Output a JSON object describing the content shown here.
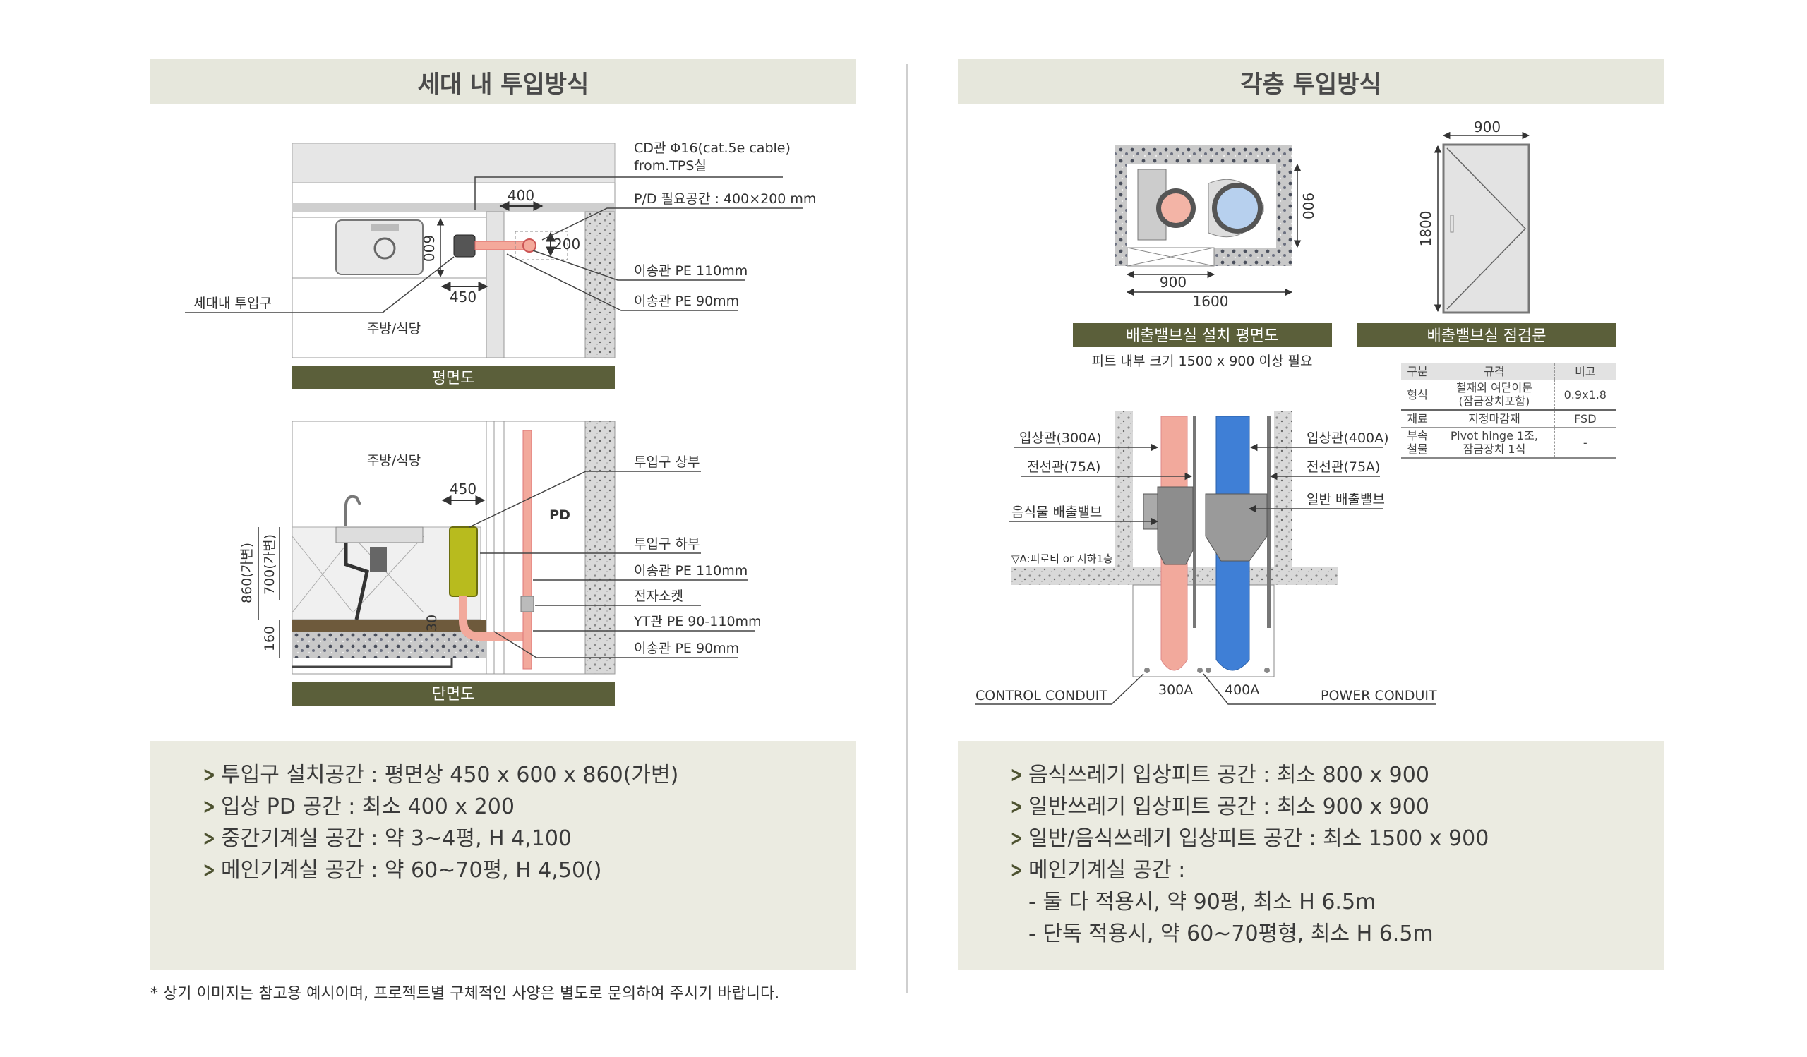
{
  "left": {
    "title": "세대 내 투입방식",
    "plan": {
      "bar_label": "평면도",
      "room": "주방/식당",
      "inlet": "세대내 투입구",
      "cd_line1": "CD관 Φ16(cat.5e cable)",
      "cd_line2": "from.TPS실",
      "pd_space": "P/D 필요공간 : 400×200 mm",
      "pipe110": "이송관 PE 110mm",
      "pipe90": "이송관 PE 90mm",
      "dim_400": "400",
      "dim_200": "200",
      "dim_600": "600",
      "dim_450": "450"
    },
    "section": {
      "bar_label": "단면도",
      "room": "주방/식당",
      "pd": "PD",
      "dim_450": "450",
      "dim_860": "860(가변)",
      "dim_700": "700(가변)",
      "dim_160": "160",
      "dim_30": "30",
      "inlet_top": "투입구 상부",
      "inlet_bottom": "투입구 하부",
      "pipe110": "이송관 PE 110mm",
      "socket": "전자소켓",
      "yt": "YT관 PE 90-110mm",
      "pipe90": "이송관 PE 90mm"
    },
    "bullets": [
      "투입구 설치공간 : 평면상 450 x 600 x 860(가변)",
      "입상 PD 공간 : 최소 400 x 200",
      "중간기계실 공간 : 약 3~4평, H 4,100",
      "메인기계실 공간 : 약 60~70평, H 4,50()"
    ],
    "footnote": "* 상기 이미지는 참고용 예시이며, 프로젝트별 구체적인 사양은 별도로 문의하여 주시기 바랍니다."
  },
  "right": {
    "title": "각층 투입방식",
    "pit_plan": {
      "bar_label": "배출밸브실 설치 평면도",
      "note": "피트 내부 크기 1500 x 900 이상 필요",
      "dim_900_v": "900",
      "dim_900_h": "900",
      "dim_1600": "1600"
    },
    "door": {
      "bar_label": "배출밸브실 점검문",
      "dim_900": "900",
      "dim_1800": "1800"
    },
    "spec_table": {
      "headers": [
        "구분",
        "규격",
        "비고"
      ],
      "rows": [
        [
          "형식",
          "철재외 여닫이문\n(잠금장치포함)",
          "0.9x1.8"
        ],
        [
          "재료",
          "지정마감재",
          "FSD"
        ],
        [
          "부속\n철물",
          "Pivot hinge 1조,\n잠금장치 1식",
          "-"
        ]
      ]
    },
    "valve": {
      "riser300": "입상관(300A)",
      "conduit_l": "전선관(75A)",
      "food_valve": "음식물 배출밸브",
      "level": "▽A:피로티 or 지하1층",
      "riser400": "입상관(400A)",
      "conduit_r": "전선관(75A)",
      "general_valve": "일반 배출밸브",
      "control": "CONTROL CONDUIT",
      "power": "POWER CONDUIT",
      "a300": "300A",
      "a400": "400A"
    },
    "bullets": [
      "음식쓰레기 입상피트 공간 : 최소 800 x 900",
      "일반쓰레기 입상피트 공간 : 최소 900 x 900",
      "일반/음식쓰레기 입상피트 공간 : 최소 1500 x 900",
      "메인기계실 공간 :"
    ],
    "sub_bullets": [
      "- 둘 다 적용시, 약 90평, 최소 H 6.5m",
      "- 단독 적용시, 약 60~70평형, 최소 H 6.5m"
    ]
  },
  "colors": {
    "olive": "#5b5f3a",
    "header_bg": "#e6e7dc",
    "info_bg": "#ebebe1",
    "pink": "#f2a99c",
    "blue": "#3f7fd6"
  }
}
